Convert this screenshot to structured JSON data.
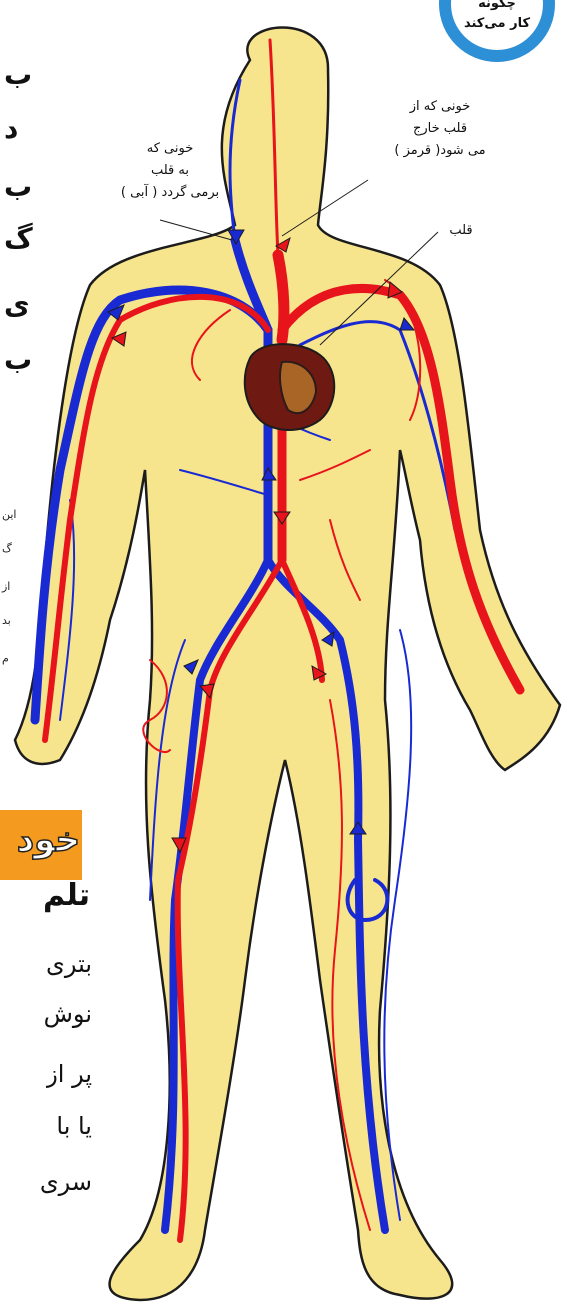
{
  "badge": {
    "line1": "چگونه",
    "line2": "کار می‌کند"
  },
  "labels": {
    "blood_out": [
      "خونی که از",
      "قلب خارج",
      "می شود( قرمز )"
    ],
    "blood_in": [
      "خونی که",
      "به قلب",
      "برمی گردد ( آبی )"
    ],
    "heart": "قلب"
  },
  "cut_text": [
    "ب",
    "د",
    "ب",
    "گ",
    "ی",
    "ب"
  ],
  "cut_small_text": [
    "این",
    "گ",
    "از",
    "بد",
    "م"
  ],
  "banner": "خود",
  "subheading": "تلم",
  "paragraph": [
    "بتری",
    "نوش",
    "پر از",
    "یا با",
    "سری"
  ],
  "colors": {
    "artery": "#e8141b",
    "vein": "#1a2ad3",
    "skin": "#f7e58e",
    "outline": "#1c1c1c",
    "banner": "#f39a1f",
    "badge": "#2d8fd6"
  }
}
